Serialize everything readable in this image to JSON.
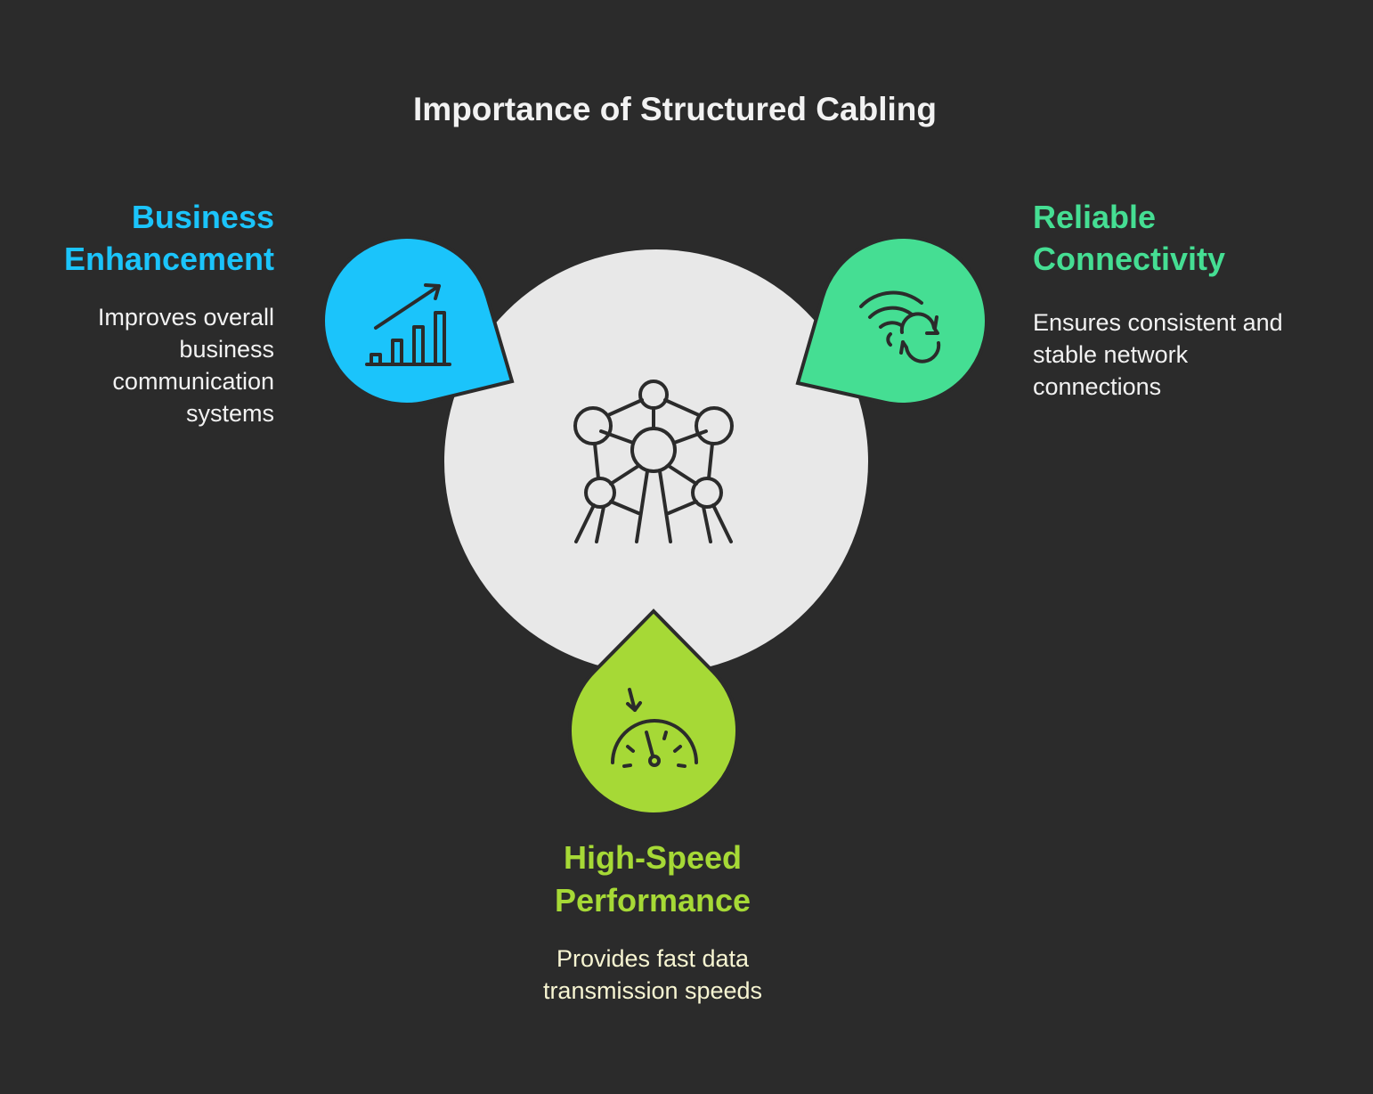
{
  "title": "Importance of Structured Cabling",
  "colors": {
    "background": "#2b2b2b",
    "center": "#e8e8e8",
    "business": "#1bc4fb",
    "reliable": "#45de93",
    "speed": "#a6d936",
    "speed_desc": "#f7f5d2"
  },
  "items": [
    {
      "heading_lines": [
        "Business",
        "Enhancement"
      ],
      "desc_lines": [
        "Improves overall",
        "business",
        "communication",
        "systems"
      ],
      "icon": "growth-chart-icon"
    },
    {
      "heading_lines": [
        "Reliable",
        "Connectivity"
      ],
      "desc_lines": [
        "Ensures consistent and",
        "stable network",
        "connections"
      ],
      "icon": "wifi-sync-icon"
    },
    {
      "heading_lines": [
        "High-Speed",
        "Performance"
      ],
      "desc_lines": [
        "Provides fast data",
        "transmission speeds"
      ],
      "icon": "speedometer-icon"
    }
  ],
  "center_icon": "network-structure-icon"
}
